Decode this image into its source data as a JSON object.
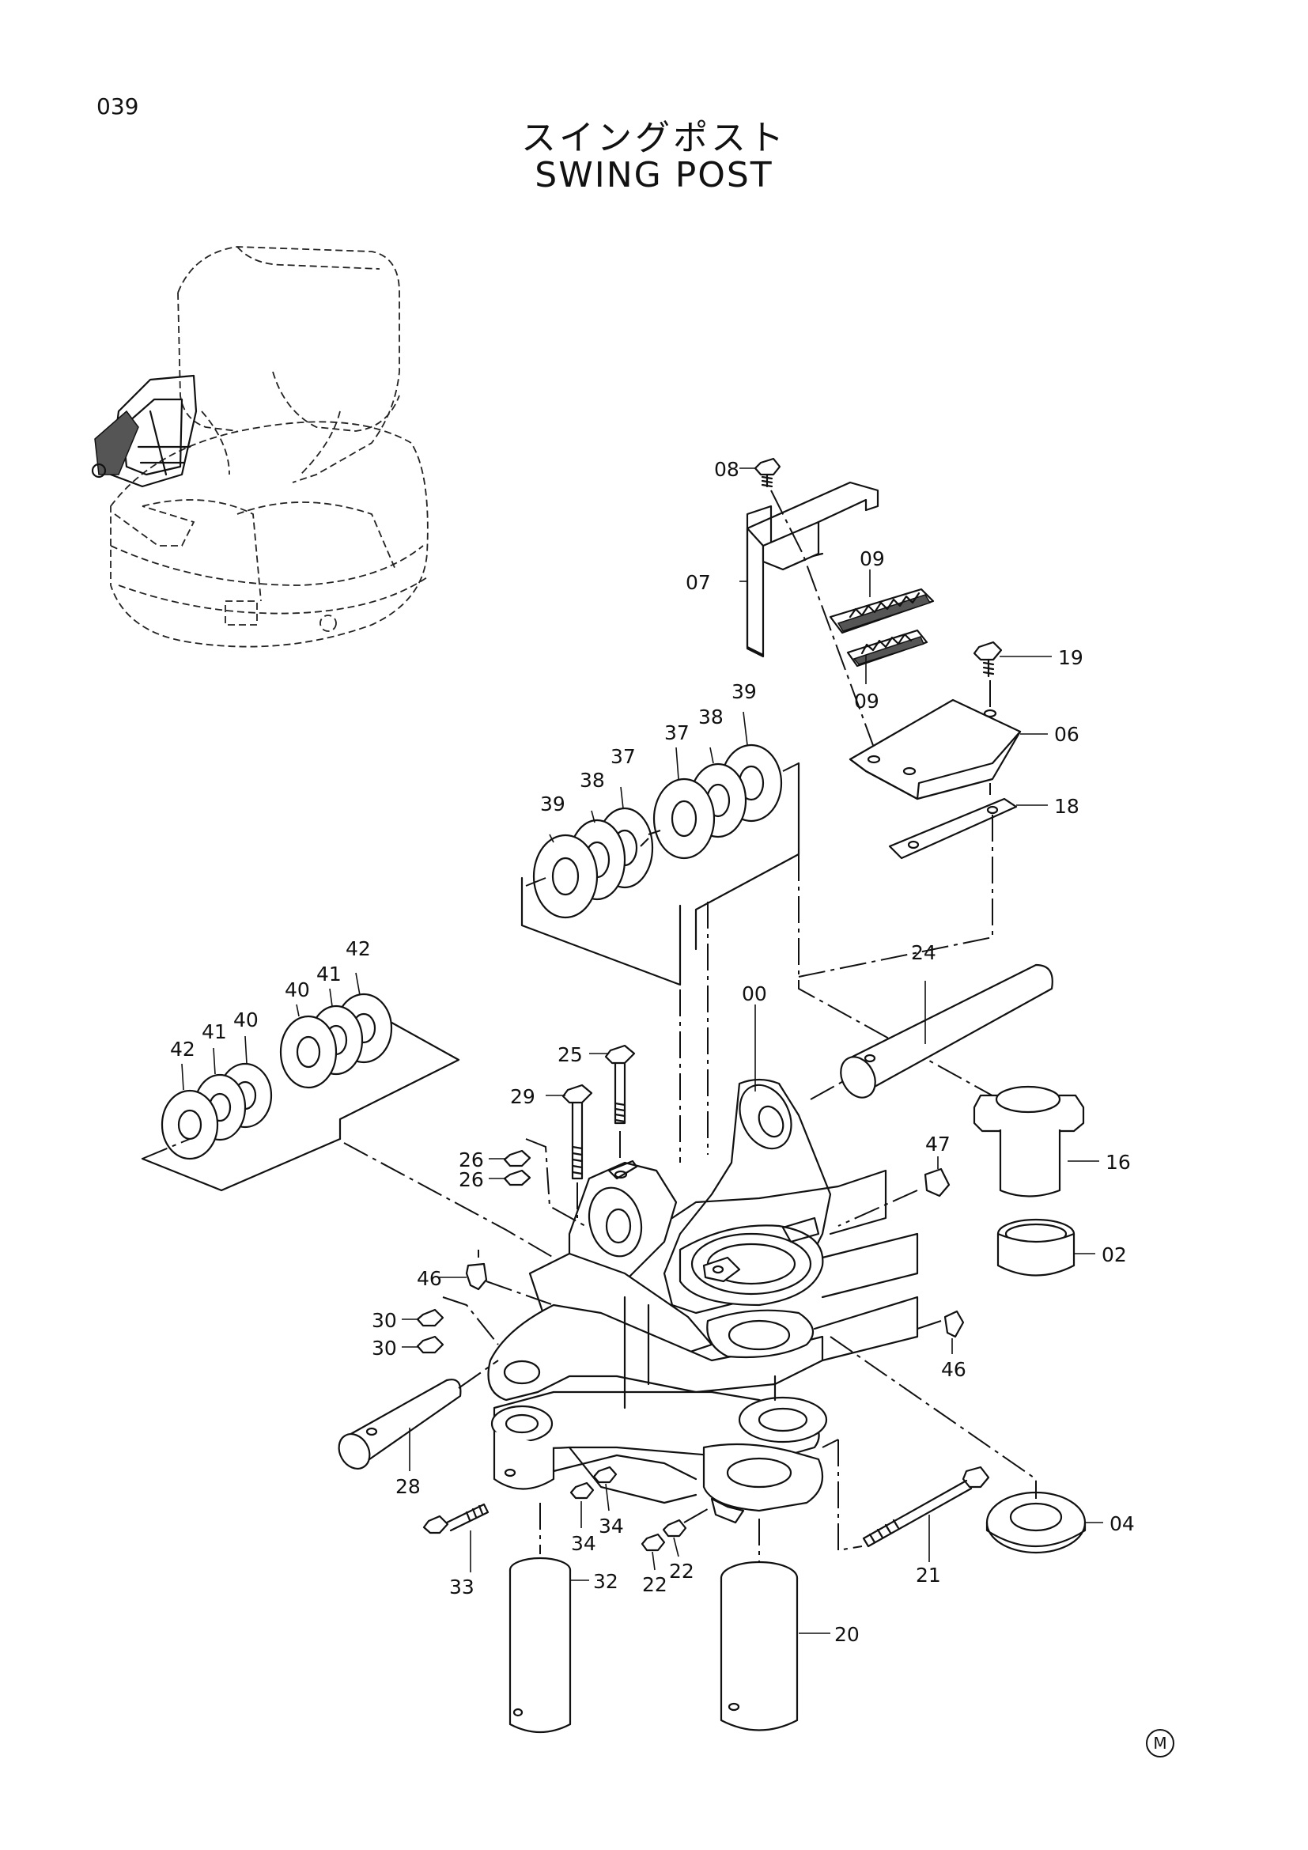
{
  "page_number": "039",
  "title_jp": "スイングポスト",
  "title_en": "SWING POST",
  "corner_mark": "M",
  "callouts": {
    "c00": "00",
    "c02": "02",
    "c04": "04",
    "c06": "06",
    "c07": "07",
    "c08": "08",
    "c09a": "09",
    "c09b": "09",
    "c16": "16",
    "c18": "18",
    "c19": "19",
    "c20": "20",
    "c21": "21",
    "c22a": "22",
    "c22b": "22",
    "c24": "24",
    "c25": "25",
    "c26a": "26",
    "c26b": "26",
    "c28": "28",
    "c29": "29",
    "c30a": "30",
    "c30b": "30",
    "c32": "32",
    "c33": "33",
    "c34a": "34",
    "c34b": "34",
    "c37a": "37",
    "c37b": "37",
    "c38a": "38",
    "c38b": "38",
    "c39a": "39",
    "c39b": "39",
    "c40a": "40",
    "c40b": "40",
    "c41a": "41",
    "c41b": "41",
    "c42a": "42",
    "c42b": "42",
    "c46a": "46",
    "c46b": "46",
    "c47": "47"
  }
}
